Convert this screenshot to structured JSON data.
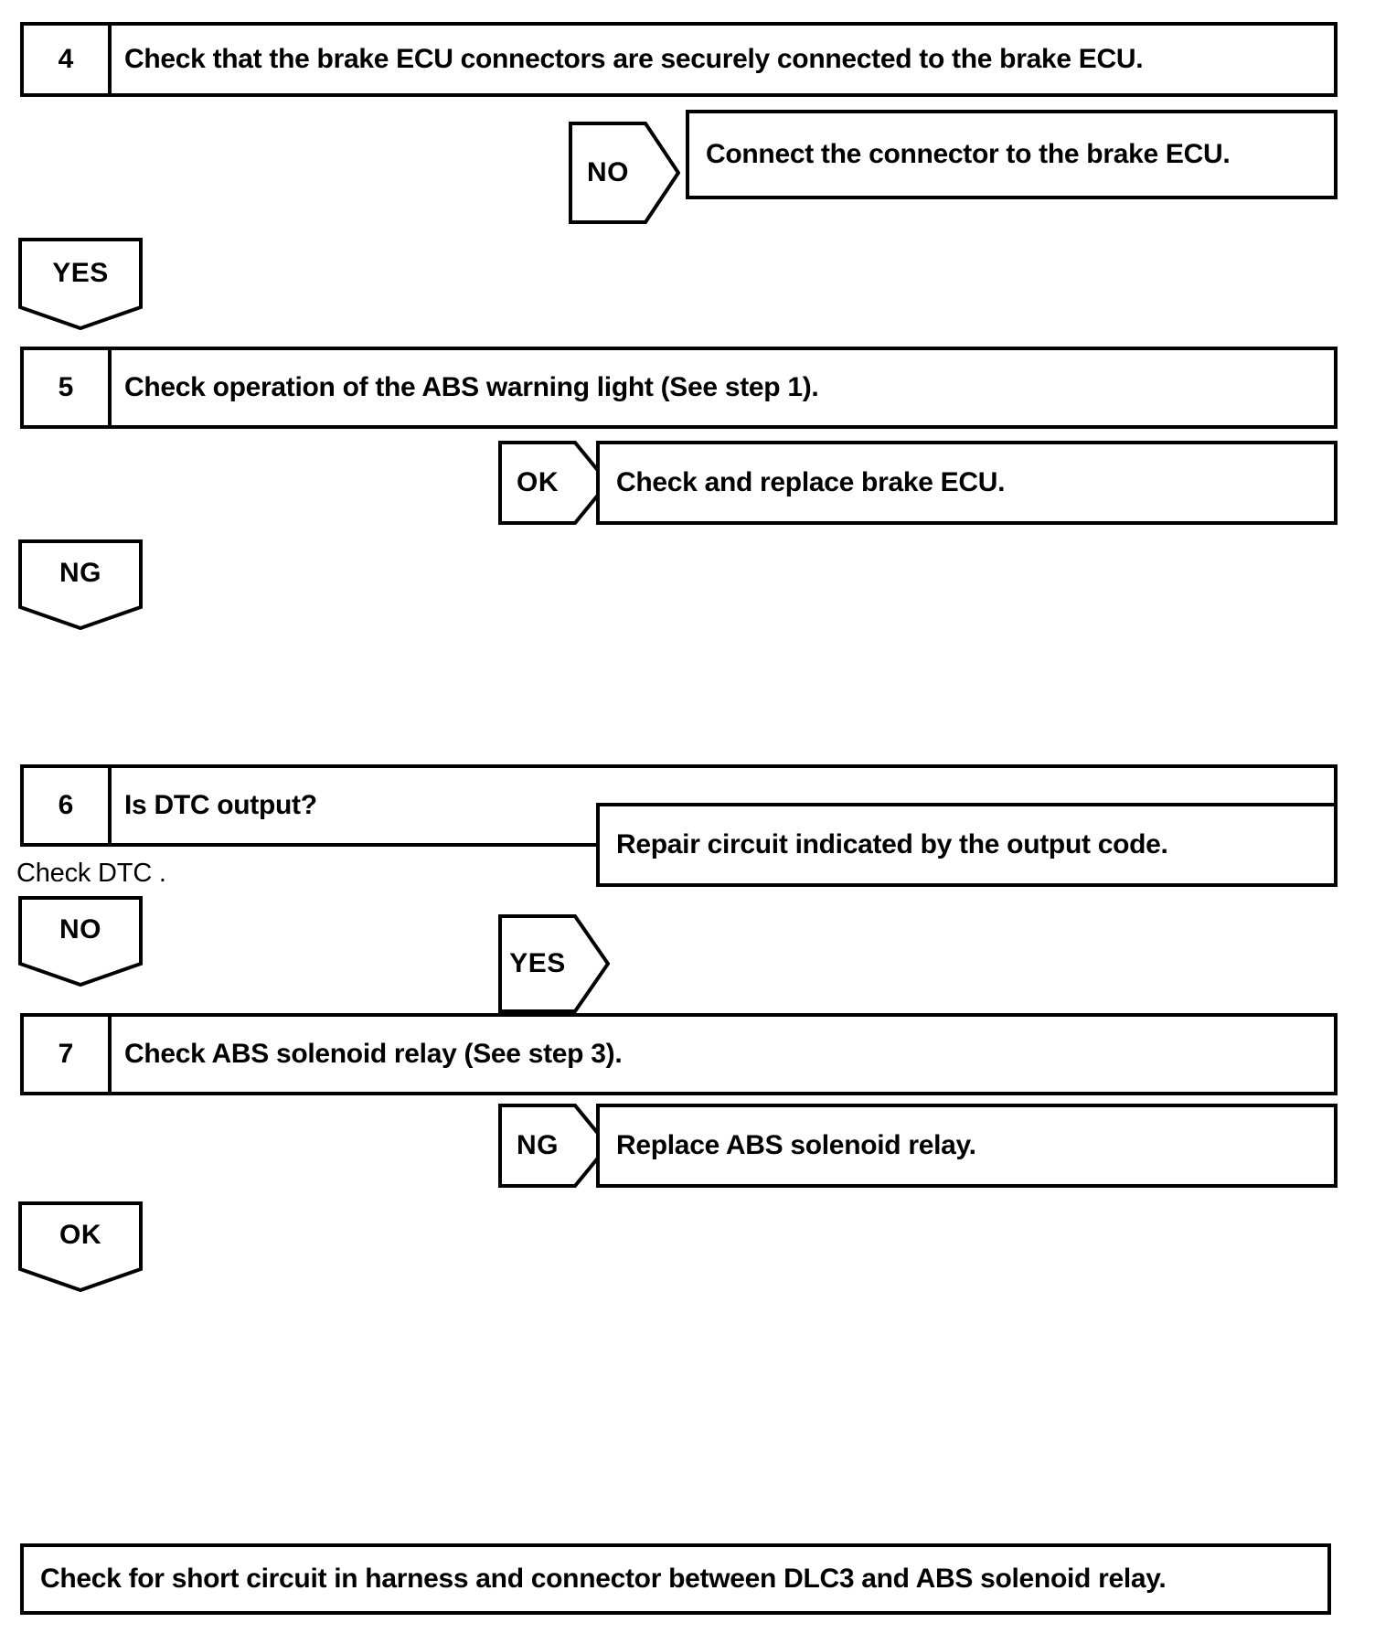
{
  "document": {
    "type": "troubleshooting-flowchart",
    "title": "ABS Brake ECU Troubleshooting Flow (steps 4-7)"
  },
  "steps": [
    {
      "number": "4",
      "text": "Check that the brake ECU connectors are securely connected to the brake ECU.",
      "branch": {
        "label": "NO",
        "result": "Connect the connector to the brake ECU."
      },
      "continue": {
        "label": "YES"
      }
    },
    {
      "number": "5",
      "text": "Check operation of the ABS warning light (See step 1).",
      "branch": {
        "label": "OK",
        "result": "Check and replace brake ECU."
      },
      "continue": {
        "label": "NG"
      }
    },
    {
      "number": "6",
      "text": "Is DTC output?",
      "caption": "Check DTC .",
      "branch": {
        "label": "YES",
        "result": "Repair circuit indicated by the output code."
      },
      "continue": {
        "label": "NO"
      }
    },
    {
      "number": "7",
      "text": "Check ABS solenoid relay (See step 3).",
      "branch": {
        "label": "NG",
        "result": "Replace ABS solenoid relay."
      },
      "continue": {
        "label": "OK"
      }
    }
  ],
  "final": {
    "text": "Check for short circuit in harness and connector between DLC3 and ABS solenoid relay."
  },
  "colors": {
    "line": "#000000",
    "background": "#ffffff",
    "text": "#000000"
  }
}
